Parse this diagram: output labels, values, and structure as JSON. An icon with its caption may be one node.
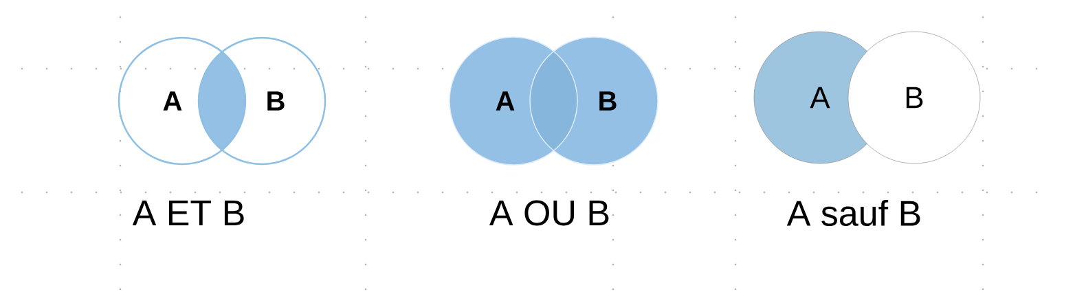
{
  "diagram": {
    "nodes": [
      {
        "text": [
          "A"
        ]
      },
      {
        "text": [
          "B"
        ]
      },
      {
        "text": [
          "A"
        ]
      },
      {
        "text": [
          "B"
        ]
      },
      {
        "text": [
          "A"
        ]
      },
      {
        "text": [
          "B"
        ]
      }
    ],
    "labels": [
      "A ET B",
      "A OU B",
      "A sauf B"
    ]
  }
}
